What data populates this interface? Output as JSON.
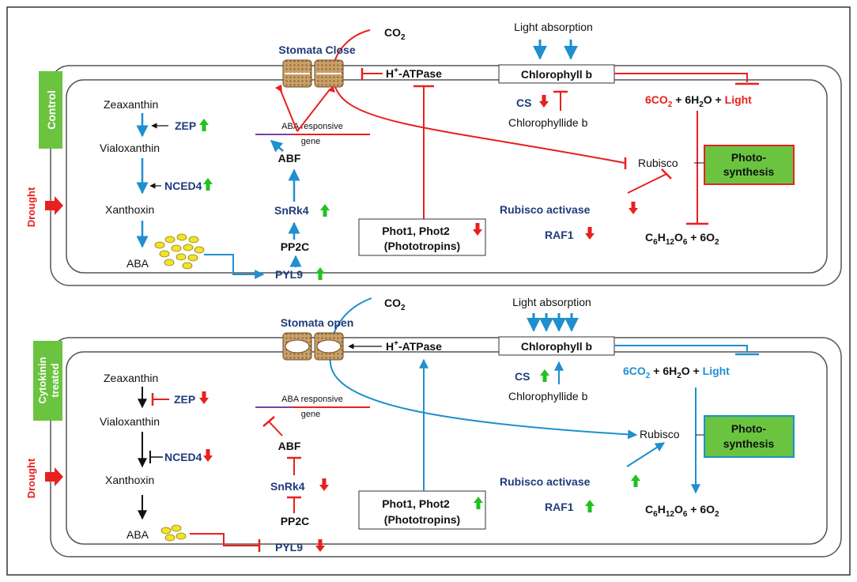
{
  "colors": {
    "red": "#e8201f",
    "blue": "#1e8fcf",
    "navy": "#1f3b7a",
    "green": "#22c11f",
    "green_box": "#6ac43f",
    "black": "#111111",
    "purple": "#7b3fa3"
  },
  "panels": [
    {
      "id": "control",
      "condition": "Control",
      "stress": "Drought",
      "co2": "CO",
      "co2_sub": "2",
      "light_absorption": "Light absorption",
      "stomata": "Stomata Close",
      "atpase_pre": "H",
      "atpase_sup": "+",
      "atpase_post": "-ATPase",
      "chlorophyll": "Chlorophyll b",
      "cs": "CS",
      "chlorophyllide": "Chlorophyllide b",
      "eq_co2": "6CO",
      "eq_co2_sub": "2",
      "eq_plus_water": " + 6H",
      "eq_water_sub": "2",
      "eq_o": "O + ",
      "eq_light": "Light",
      "aba_gene_line1": "ABA responsive",
      "aba_gene_line2": "gene",
      "zeaxanthin": "Zeaxanthin",
      "zep": "ZEP",
      "vialoxanthin": "Vialoxanthin",
      "nced4": "NCED4",
      "xanthoxin": "Xanthoxin",
      "aba": "ABA",
      "abf": "ABF",
      "snrk4": "SnRk4",
      "pp2c": "PP2C",
      "pyl9": "PYL9",
      "phot_line1": "Phot1, Phot2",
      "phot_line2": "(Phototropins)",
      "rubisco": "Rubisco",
      "photosynthesis_line1": "Photo-",
      "photosynthesis_line2": "synthesis",
      "rubisco_activase": "Rubisco activase",
      "raf1": "RAF1",
      "glucose": "C6H12O6 + 6O2",
      "glu_c": "C",
      "glu_c_sub": "6",
      "glu_h": "H",
      "glu_h_sub": "12",
      "glu_o": "O",
      "glu_o_sub": "6",
      "glu_rest": " + 6O",
      "glu_rest_sub": "2"
    },
    {
      "id": "cytokinin",
      "condition_line1": "Cytokinin",
      "condition_line2": "treated",
      "stress": "Drought",
      "co2": "CO",
      "co2_sub": "2",
      "light_absorption": "Light absorption",
      "stomata": "Stomata open",
      "atpase_pre": "H",
      "atpase_sup": "+",
      "atpase_post": "-ATPase",
      "chlorophyll": "Chlorophyll b",
      "cs": "CS",
      "chlorophyllide": "Chlorophyllide b",
      "eq_co2": "6CO",
      "eq_co2_sub": "2",
      "eq_plus_water": " + 6H",
      "eq_water_sub": "2",
      "eq_o": "O + ",
      "eq_light": "Light",
      "aba_gene_line1": "ABA responsive",
      "aba_gene_line2": "gene",
      "zeaxanthin": "Zeaxanthin",
      "zep": "ZEP",
      "vialoxanthin": "Vialoxanthin",
      "nced4": "NCED4",
      "xanthoxin": "Xanthoxin",
      "aba": "ABA",
      "abf": "ABF",
      "snrk4": "SnRk4",
      "pp2c": "PP2C",
      "pyl9": "PYL9",
      "phot_line1": "Phot1, Phot2",
      "phot_line2": "(Phototropins)",
      "rubisco": "Rubisco",
      "photosynthesis_line1": "Photo-",
      "photosynthesis_line2": "synthesis",
      "rubisco_activase": "Rubisco activase",
      "raf1": "RAF1",
      "glu_c": "C",
      "glu_c_sub": "6",
      "glu_h": "H",
      "glu_h_sub": "12",
      "glu_o": "O",
      "glu_o_sub": "6",
      "glu_rest": " + 6O",
      "glu_rest_sub": "2"
    }
  ],
  "regulation": {
    "control": {
      "zep": "up",
      "nced4": "up",
      "snrk4": "up",
      "pyl9": "up",
      "cs": "down",
      "phot": "down",
      "rubisco_activase": "down",
      "raf1": "down"
    },
    "cytokinin": {
      "zep": "down",
      "nced4": "down",
      "snrk4": "down",
      "pyl9": "down",
      "cs": "up",
      "phot": "up",
      "rubisco_activase": "up",
      "raf1": "up"
    }
  }
}
